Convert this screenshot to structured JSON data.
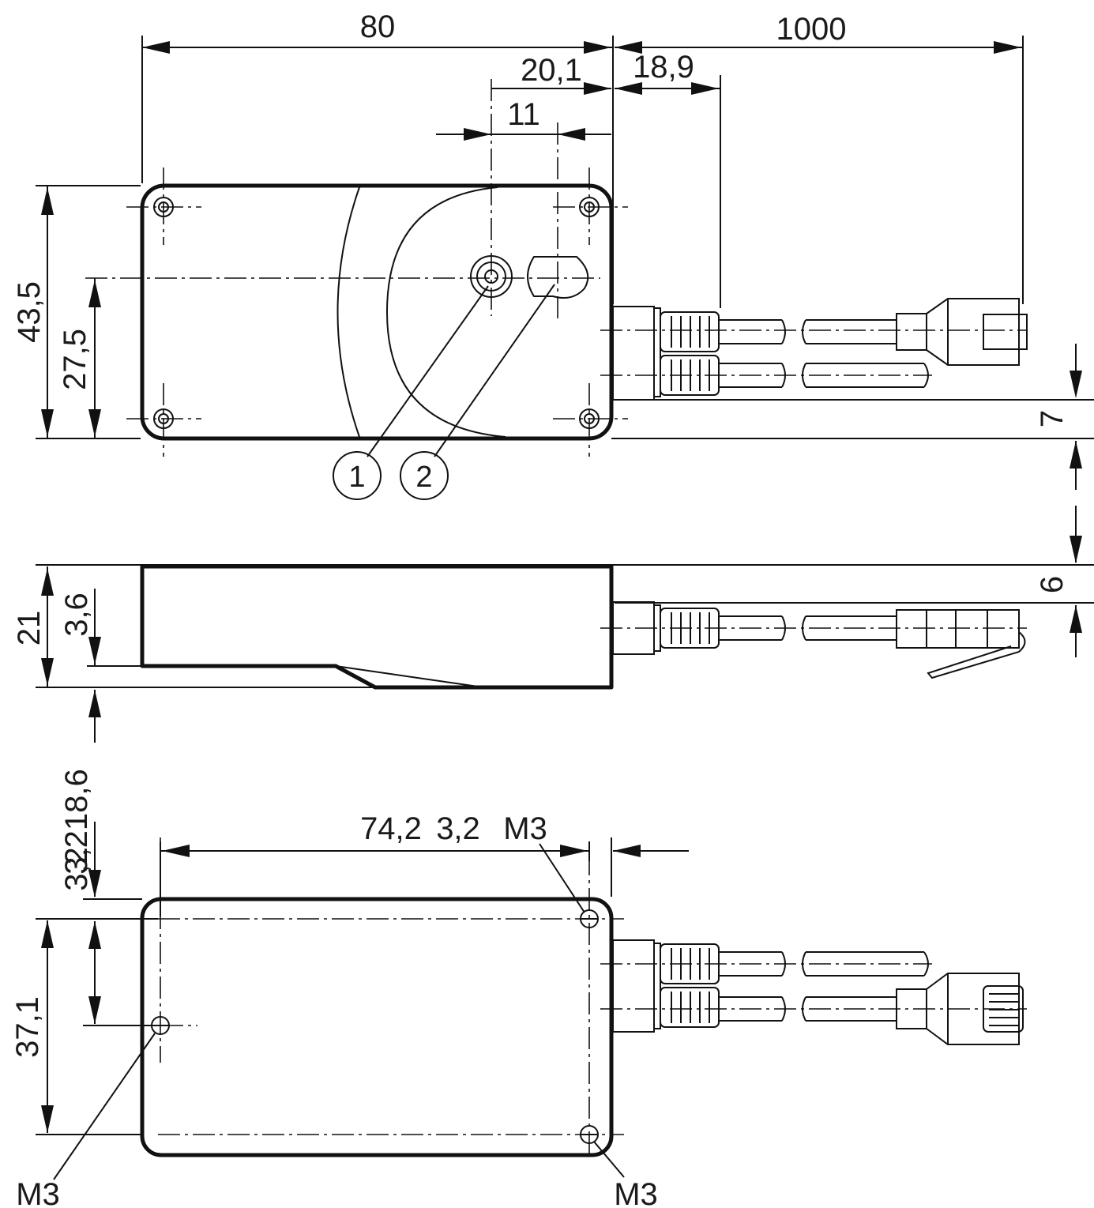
{
  "drawing": {
    "dimensions": {
      "overall_length": "80",
      "cable_length": "1000",
      "sensor_offset": "20,1",
      "cable_exit": "18,9",
      "led_spacing": "11",
      "height_top": "43,5",
      "center_height": "27,5",
      "cable_offset_7": "7",
      "cable_offset_6": "6",
      "thickness": "21",
      "step_depth": "3,6",
      "side_dim": "3,218,6",
      "side_dim_32": "3,2",
      "hole_spacing": "74,2",
      "edge_offset": "3,2",
      "hole_span": "37,1"
    },
    "callouts": {
      "item1": "1",
      "item2": "2"
    },
    "thread_labels": {
      "top_right": "M3",
      "bottom_left": "M3",
      "bottom_right": "M3"
    }
  },
  "colors": {
    "line": "#111111",
    "background": "#ffffff"
  }
}
